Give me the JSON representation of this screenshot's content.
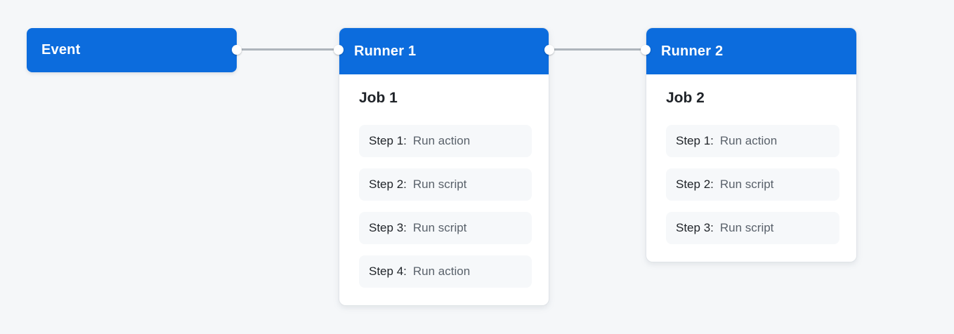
{
  "diagram": {
    "type": "workflow-diagram",
    "background_color": "#f5f7f9",
    "accent_blue": "#0c6cdd",
    "connector_color": "#aeb5bc"
  },
  "event": {
    "title": "Event"
  },
  "runners": [
    {
      "title": "Runner 1",
      "job_title": "Job 1",
      "steps": [
        {
          "label": "Step 1:",
          "action": "Run action"
        },
        {
          "label": "Step 2:",
          "action": "Run script"
        },
        {
          "label": "Step 3:",
          "action": "Run script"
        },
        {
          "label": "Step 4:",
          "action": "Run action"
        }
      ]
    },
    {
      "title": "Runner 2",
      "job_title": "Job 2",
      "steps": [
        {
          "label": "Step 1:",
          "action": "Run action"
        },
        {
          "label": "Step 2:",
          "action": "Run script"
        },
        {
          "label": "Step 3:",
          "action": "Run script"
        }
      ]
    }
  ]
}
